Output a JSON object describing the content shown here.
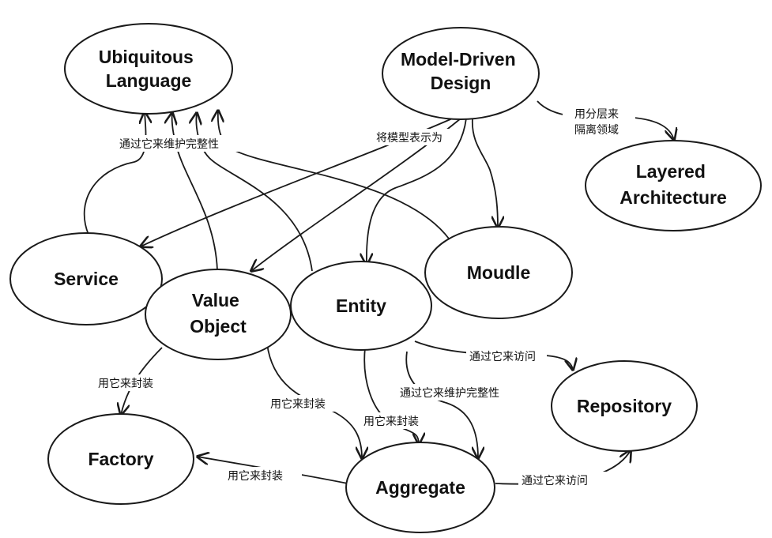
{
  "nodes": {
    "ubiquitous_language": [
      "Ubiquitous",
      "Language"
    ],
    "model_driven_design": [
      "Model-Driven",
      "Design"
    ],
    "layered_architecture": [
      "Layered",
      "Architecture"
    ],
    "service": [
      "Service"
    ],
    "value_object": [
      "Value",
      "Object"
    ],
    "entity": [
      "Entity"
    ],
    "moudle": [
      "Moudle"
    ],
    "repository": [
      "Repository"
    ],
    "factory": [
      "Factory"
    ],
    "aggregate": [
      "Aggregate"
    ]
  },
  "edge_labels": {
    "maintain_integrity_top": "通过它来维护完整性",
    "express_model": "将模型表示为",
    "layering_line1": "用分层来",
    "layering_line2": "隔离领域",
    "access_entity": "通过它来访问",
    "maintain_integrity_aggregate": "通过它来维护完整性",
    "encapsulate_factory_vo": "用它来封装",
    "encapsulate_aggregate_vo": "用它来封装",
    "encapsulate_aggregate_entity": "用它来封装",
    "encapsulate_factory_aggregate": "用它来封装",
    "access_aggregate": "通过它来访问"
  },
  "colors": {
    "stroke": "#1a1a1a",
    "text": "#111111",
    "background": "#ffffff"
  }
}
